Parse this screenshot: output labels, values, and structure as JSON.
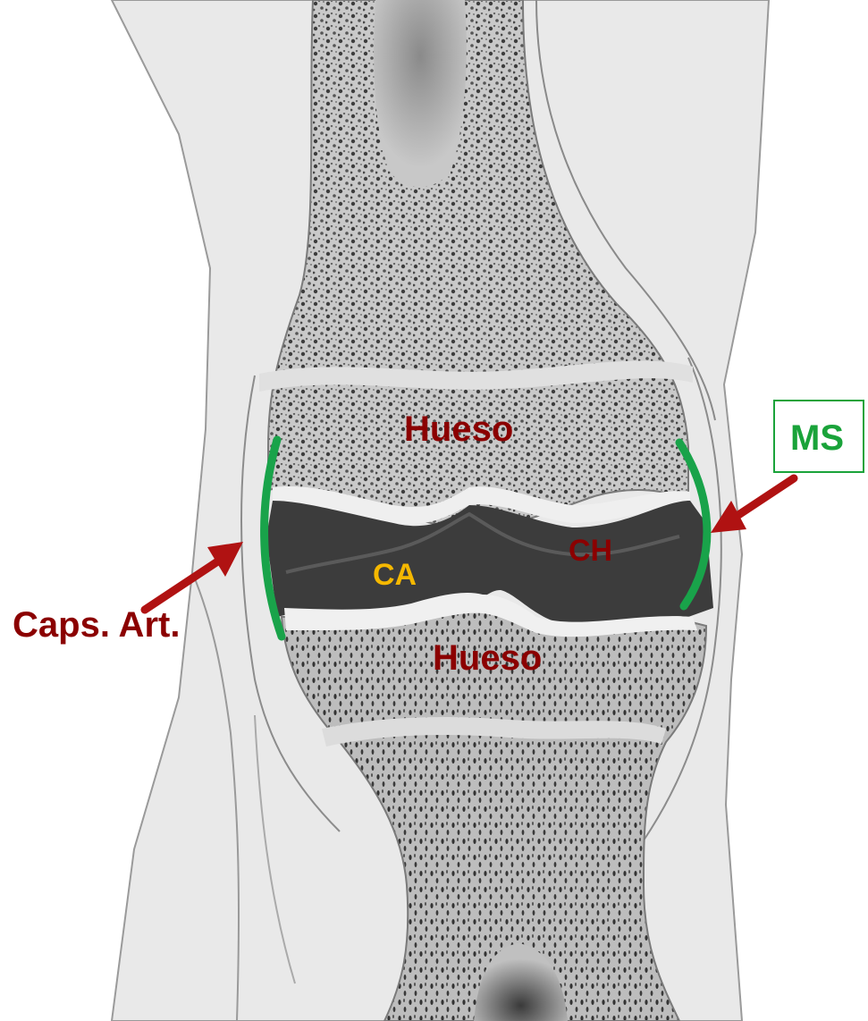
{
  "labels": {
    "bone_upper": "Hueso",
    "bone_lower": "Hueso",
    "cartilage": "CA",
    "synovial_fluid": "CH",
    "capsule": "Caps. Art.",
    "membrane": "MS"
  },
  "colors": {
    "bone_label": "#8b0000",
    "cartilage_label": "#f5b800",
    "membrane_label": "#1aa33a",
    "membrane_line": "#19a34a",
    "arrow": "#b01212",
    "joint_space": "#3c3c3c",
    "tissue": "#e6e6e6",
    "bone": "#9a9a9a"
  },
  "icons": {
    "arrow_left": "arrow-right-up-icon",
    "arrow_right": "arrow-left-down-icon"
  }
}
